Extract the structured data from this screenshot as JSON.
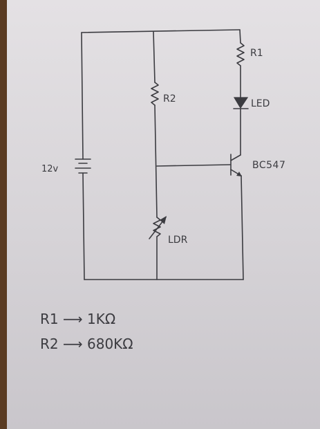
{
  "labels": {
    "r1": "R1",
    "r2": "R2",
    "led": "LED",
    "transistor": "BC547",
    "supply": "12v",
    "ldr": "LDR"
  },
  "notes": [
    "R1 ⟶ 1KΩ",
    "R2 ⟶ 680KΩ"
  ]
}
